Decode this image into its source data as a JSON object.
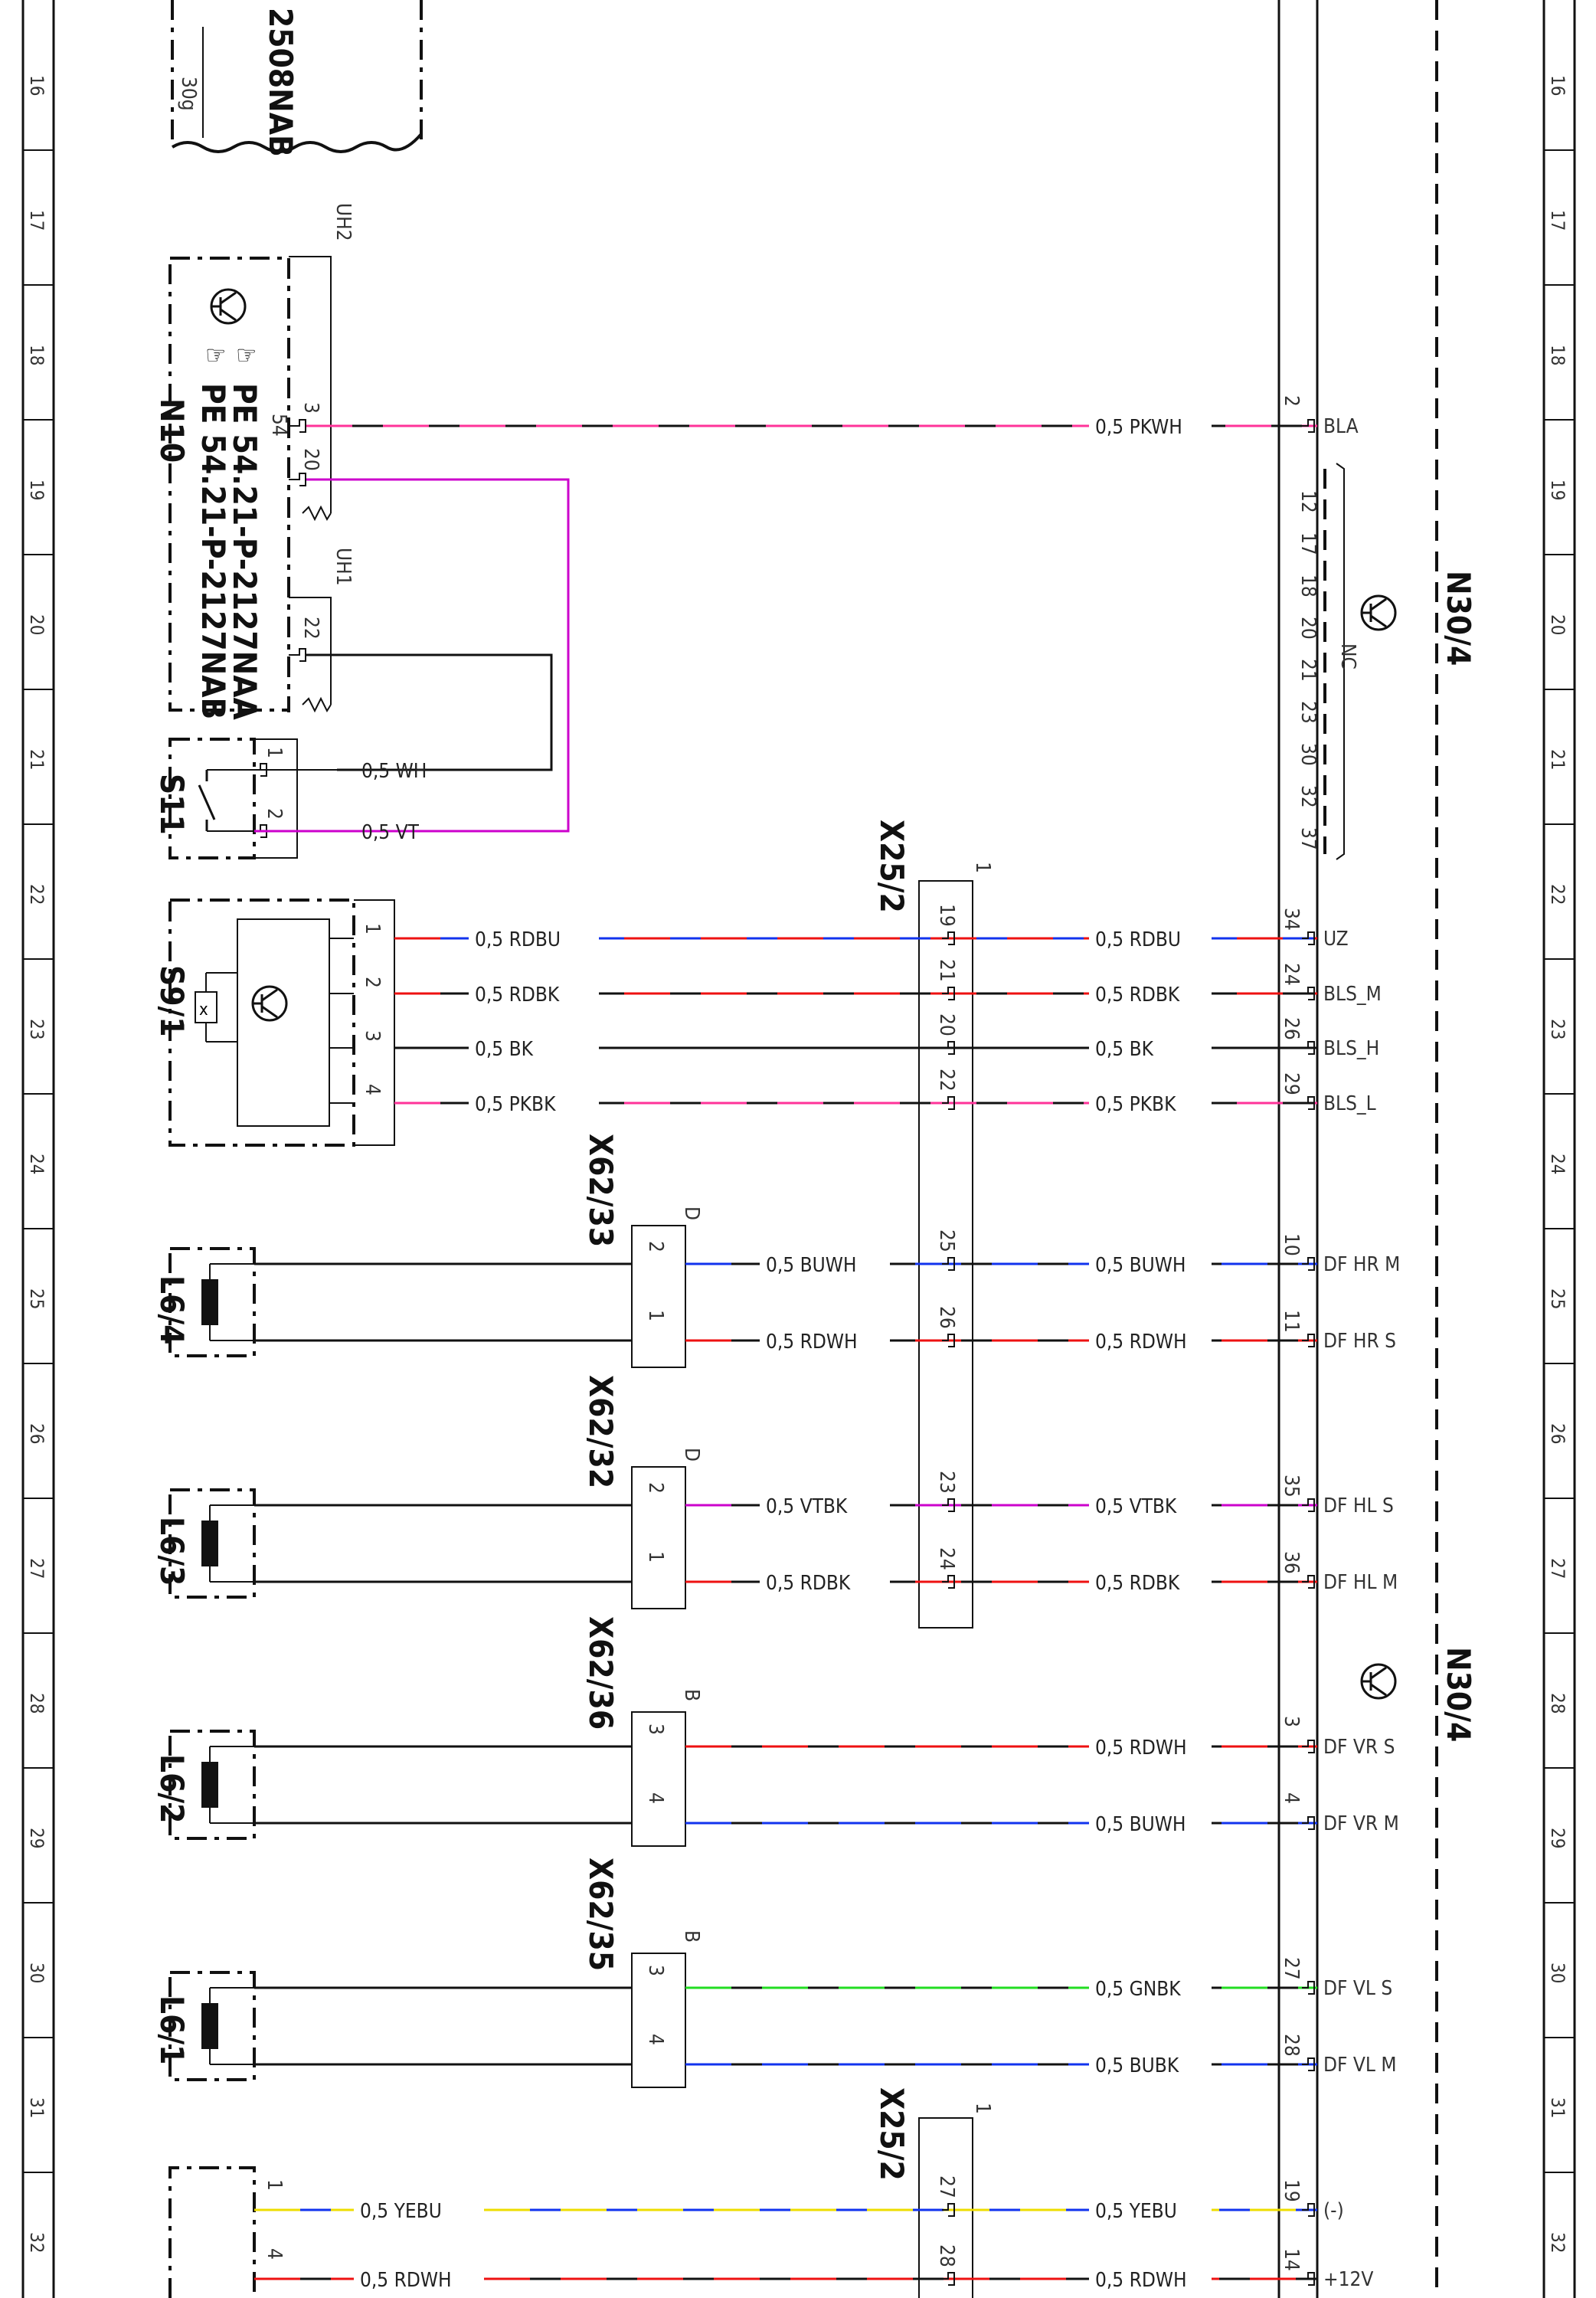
{
  "diagram": {
    "row_numbers": [
      "16",
      "17",
      "18",
      "19",
      "20",
      "21",
      "22",
      "23",
      "24",
      "25",
      "26",
      "27",
      "28",
      "29",
      "30",
      "31",
      "32"
    ],
    "components": {
      "top_partial": {
        "name": "2508NAB",
        "pin": "30g"
      },
      "n10": {
        "name": "N10",
        "line1": "PE 54.21-P-2127NAA",
        "line2": "PE 54.21-P-2127NAB",
        "uh2": "UH2",
        "uh1": "UH1",
        "pin_54": "54"
      },
      "s11": {
        "name": "S11"
      },
      "s9_1": {
        "name": "S9/1"
      },
      "l6_4": {
        "name": "L6/4"
      },
      "l6_3": {
        "name": "L6/3"
      },
      "l6_2": {
        "name": "L6/2"
      },
      "l6_1": {
        "name": "L6/1"
      },
      "n30_4_a": {
        "name": "N30/4"
      },
      "n30_4_b": {
        "name": "N30/4"
      },
      "x25_2_a": {
        "name": "X25/2",
        "tag": "1"
      },
      "x25_2_b": {
        "name": "X25/2",
        "tag": "1"
      },
      "x62_33": {
        "name": "X62/33",
        "tag": "D"
      },
      "x62_32": {
        "name": "X62/32",
        "tag": "D"
      },
      "x62_36": {
        "name": "X62/36",
        "tag": "B"
      },
      "x62_35": {
        "name": "X62/35",
        "tag": "B"
      }
    },
    "nc_pins": [
      "12",
      "17",
      "18",
      "20",
      "21",
      "23",
      "30",
      "32",
      "37"
    ],
    "nc_label": "NC",
    "wires": [
      {
        "from": "N10.3",
        "to": "N30/4.2",
        "left_label": "",
        "right_label": "0,5 PKWH",
        "right_pin": "2",
        "signal": "BLA",
        "colors": [
          "#ff3399",
          "#111111"
        ]
      },
      {
        "from": "S11.1",
        "to": "N10.22",
        "left_label": "0,5 WH",
        "right_label": "",
        "colors": [
          "#111111"
        ]
      },
      {
        "from": "S11.2",
        "to": "N10.20",
        "left_label": "0,5 VT",
        "right_label": "",
        "colors": [
          "#cc00cc"
        ]
      },
      {
        "from": "S9/1.1",
        "to": "N30/4.34",
        "left_label": "0,5 RDBU",
        "right_label": "0,5 RDBU",
        "connector_pin": "19",
        "right_pin": "34",
        "signal": "UZ",
        "colors": [
          "#ee1111",
          "#1133ee"
        ]
      },
      {
        "from": "S9/1.2",
        "to": "N30/4.24",
        "left_label": "0,5 RDBK",
        "right_label": "0,5 RDBK",
        "connector_pin": "21",
        "right_pin": "24",
        "signal": "BLS_M",
        "colors": [
          "#ee1111",
          "#111111"
        ]
      },
      {
        "from": "S9/1.3",
        "to": "N30/4.26",
        "left_label": "0,5 BK",
        "right_label": "0,5 BK",
        "connector_pin": "20",
        "right_pin": "26",
        "signal": "BLS_H",
        "colors": [
          "#111111"
        ]
      },
      {
        "from": "S9/1.4",
        "to": "N30/4.29",
        "left_label": "0,5 PKBK",
        "right_label": "0,5 PKBK",
        "connector_pin": "22",
        "right_pin": "29",
        "signal": "BLS_L",
        "colors": [
          "#ff3399",
          "#111111"
        ]
      },
      {
        "from": "X62/33.2",
        "to": "N30/4.10",
        "left_label": "0,5 BUWH",
        "right_label": "0,5 BUWH",
        "connector_pin": "25",
        "right_pin": "10",
        "signal": "DF HR M",
        "colors": [
          "#1133ee",
          "#111111"
        ]
      },
      {
        "from": "X62/33.1",
        "to": "N30/4.11",
        "left_label": "0,5 RDWH",
        "right_label": "0,5 RDWH",
        "connector_pin": "26",
        "right_pin": "11",
        "signal": "DF HR S",
        "colors": [
          "#ee1111",
          "#111111"
        ]
      },
      {
        "from": "X62/32.2",
        "to": "N30/4.35",
        "left_label": "0,5 VTBK",
        "right_label": "0,5 VTBK",
        "connector_pin": "23",
        "right_pin": "35",
        "signal": "DF HL S",
        "colors": [
          "#cc00cc",
          "#111111"
        ]
      },
      {
        "from": "X62/32.1",
        "to": "N30/4.36",
        "left_label": "0,5 RDBK",
        "right_label": "0,5 RDBK",
        "connector_pin": "24",
        "right_pin": "36",
        "signal": "DF HL M",
        "colors": [
          "#ee1111",
          "#111111"
        ]
      },
      {
        "from": "X62/36.3",
        "to": "N30/4.3",
        "left_label": "",
        "right_label": "0,5 RDWH",
        "right_pin": "3",
        "signal": "DF VR S",
        "colors": [
          "#ee1111",
          "#111111"
        ]
      },
      {
        "from": "X62/36.4",
        "to": "N30/4.4",
        "left_label": "",
        "right_label": "0,5 BUWH",
        "right_pin": "4",
        "signal": "DF VR M",
        "colors": [
          "#1133ee",
          "#111111"
        ]
      },
      {
        "from": "X62/35.3",
        "to": "N30/4.27",
        "left_label": "",
        "right_label": "0,5 GNBK",
        "right_pin": "27",
        "signal": "DF VL S",
        "colors": [
          "#22dd22",
          "#111111"
        ]
      },
      {
        "from": "X62/35.4",
        "to": "N30/4.28",
        "left_label": "",
        "right_label": "0,5 BUBK",
        "right_pin": "28",
        "signal": "DF VL M",
        "colors": [
          "#1133ee",
          "#111111"
        ]
      },
      {
        "from": "bottom.1",
        "to": "N30/4.19",
        "left_label": "0,5 YEBU",
        "right_label": "0,5 YEBU",
        "connector_pin": "27",
        "right_pin": "19",
        "signal": "(-)",
        "colors": [
          "#eedd00",
          "#1133ee"
        ]
      },
      {
        "from": "bottom.4",
        "to": "N30/4.14",
        "left_label": "0,5 RDWH",
        "right_label": "0,5 RDWH",
        "connector_pin": "28",
        "right_pin": "14",
        "signal": "+12V",
        "colors": [
          "#ee1111",
          "#111111"
        ]
      }
    ],
    "pins": {
      "n10_3": "3",
      "n10_20": "20",
      "n10_22": "22",
      "s11_1": "1",
      "s11_2": "2",
      "s9_1": "1",
      "s9_2": "2",
      "s9_3": "3",
      "s9_4": "4",
      "x62_33_2": "2",
      "x62_33_1": "1",
      "x62_32_2": "2",
      "x62_32_1": "1",
      "x62_36_3": "3",
      "x62_36_4": "4",
      "x62_35_3": "3",
      "x62_35_4": "4",
      "bot_1": "1",
      "bot_4": "4"
    }
  }
}
